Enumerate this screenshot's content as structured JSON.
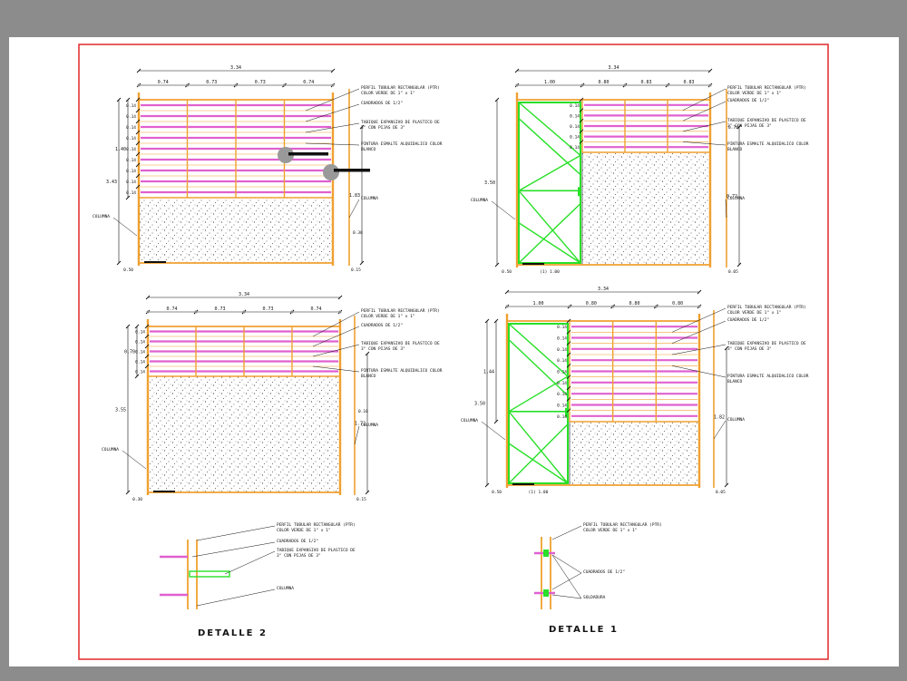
{
  "colors": {
    "background": "#8c8c8c",
    "sheet": "#ffffff",
    "border": "#e0282a",
    "column": "#f0a030",
    "slat": "#e060d0",
    "door": "#28e028",
    "dims": "#111111"
  },
  "details": {
    "detail2": "DETALLE 2",
    "detail1": "DETALLE 1"
  },
  "panel_tl": {
    "total": "3.34",
    "spans": [
      "0.74",
      "0.73",
      "0.73",
      "0.74"
    ],
    "rows": [
      "0.14",
      "0.14",
      "0.14",
      "0.14",
      "0.14",
      "0.14",
      "0.14",
      "0.14",
      "0.14"
    ],
    "h_partial": "1.40",
    "h_total": "3.43",
    "h_right": "1.83",
    "h_low": "0.30",
    "base_l": "0.50",
    "base_r": "0.15",
    "notes": [
      "PERFIL TUBULAR RECTANGULAR (PTR) COLOR VERDE DE 1\" x 1\"",
      "CUADRADOS DE 1/2\"",
      "TABIQUE EXPANSIVO DE PLASTICO DE 3\" CON PIJAS DE 3\"",
      "PINTURA ESMALTE ALQUIDALICO COLOR BLANCO",
      "COLUMNA"
    ],
    "col_label": "COLUMNA"
  },
  "panel_tr": {
    "total": "3.34",
    "spans": [
      "1.00",
      "0.80",
      "0.83",
      "0.83"
    ],
    "rows": [
      "0.14",
      "0.14",
      "0.14",
      "0.14",
      "0.14"
    ],
    "h_total": "3.50",
    "h_right": "0.72",
    "h_mid": "0.70",
    "base_l": "0.50",
    "base_door": "1.00",
    "base_r": "0.05",
    "notes": [
      "PERFIL TUBULAR RECTANGULAR (PTR) COLOR VERDE DE 1\" x 1\"",
      "CUADRADOS DE 1/2\"",
      "TABIQUE EXPANSIVO DE PLASTICO DE 3\" CON PIJAS DE 3\"",
      "PINTURA ESMALTE ALQUIDALICO COLOR BLANCO",
      "COLUMNA"
    ],
    "col_label": "COLUMNA"
  },
  "panel_bl": {
    "total": "3.34",
    "spans": [
      "0.74",
      "0.73",
      "0.73",
      "0.74"
    ],
    "rows": [
      "0.14",
      "0.14",
      "0.14",
      "0.14",
      "0.14"
    ],
    "h_partial": "0.70",
    "h_total": "3.55",
    "h_right": "1.72",
    "h_low": "0.10",
    "base_l": "0.30",
    "base_r": "0.15",
    "notes": [
      "PERFIL TUBULAR RECTANGULAR (PTR) COLOR VERDE DE 1\" x 1\"",
      "CUADRADOS DE 1/2\"",
      "TABIQUE EXPANSIVO DE PLASTICO DE 3\" CON PIJAS DE 3\"",
      "PINTURA ESMALTE ALQUIDALICO COLOR BLANCO",
      "COLUMNA"
    ],
    "col_label": "COLUMNA"
  },
  "panel_br": {
    "total": "3.34",
    "spans": [
      "1.00",
      "0.80",
      "0.80",
      "0.80"
    ],
    "rows": [
      "0.14",
      "0.14",
      "0.14",
      "0.14",
      "0.14",
      "0.14",
      "0.14",
      "0.14",
      "0.14"
    ],
    "h_partial": "1.44",
    "h_total": "3.50",
    "h_right": "1.82",
    "base_l": "0.50",
    "base_door": "1.00",
    "base_r": "0.05",
    "notes": [
      "PERFIL TUBULAR RECTANGULAR (PTR) COLOR VERDE DE 1\" x 1\"",
      "CUADRADOS DE 1/2\"",
      "TABIQUE EXPANSIVO DE PLASTICO DE 3\" CON PIJAS DE 3\"",
      "PINTURA ESMALTE ALQUIDALICO COLOR BLANCO",
      "COLUMNA"
    ],
    "col_label": "COLUMNA"
  },
  "detail2_notes": [
    "PERFIL TUBULAR RECTANGULAR (PTR) COLOR VERDE DE 1\" x 1\"",
    "CUADRADOS DE 1/2\"",
    "TABIQUE EXPANSIVO DE PLASTICO DE 3\" CON PIJAS DE 3\"",
    "COLUMNA"
  ],
  "detail1_notes": [
    "PERFIL TUBULAR RECTANGULAR (PTR) COLOR VERDE DE 1\" x 1\"",
    "CUADRADOS DE 1/2\"",
    "SOLDADURA"
  ]
}
